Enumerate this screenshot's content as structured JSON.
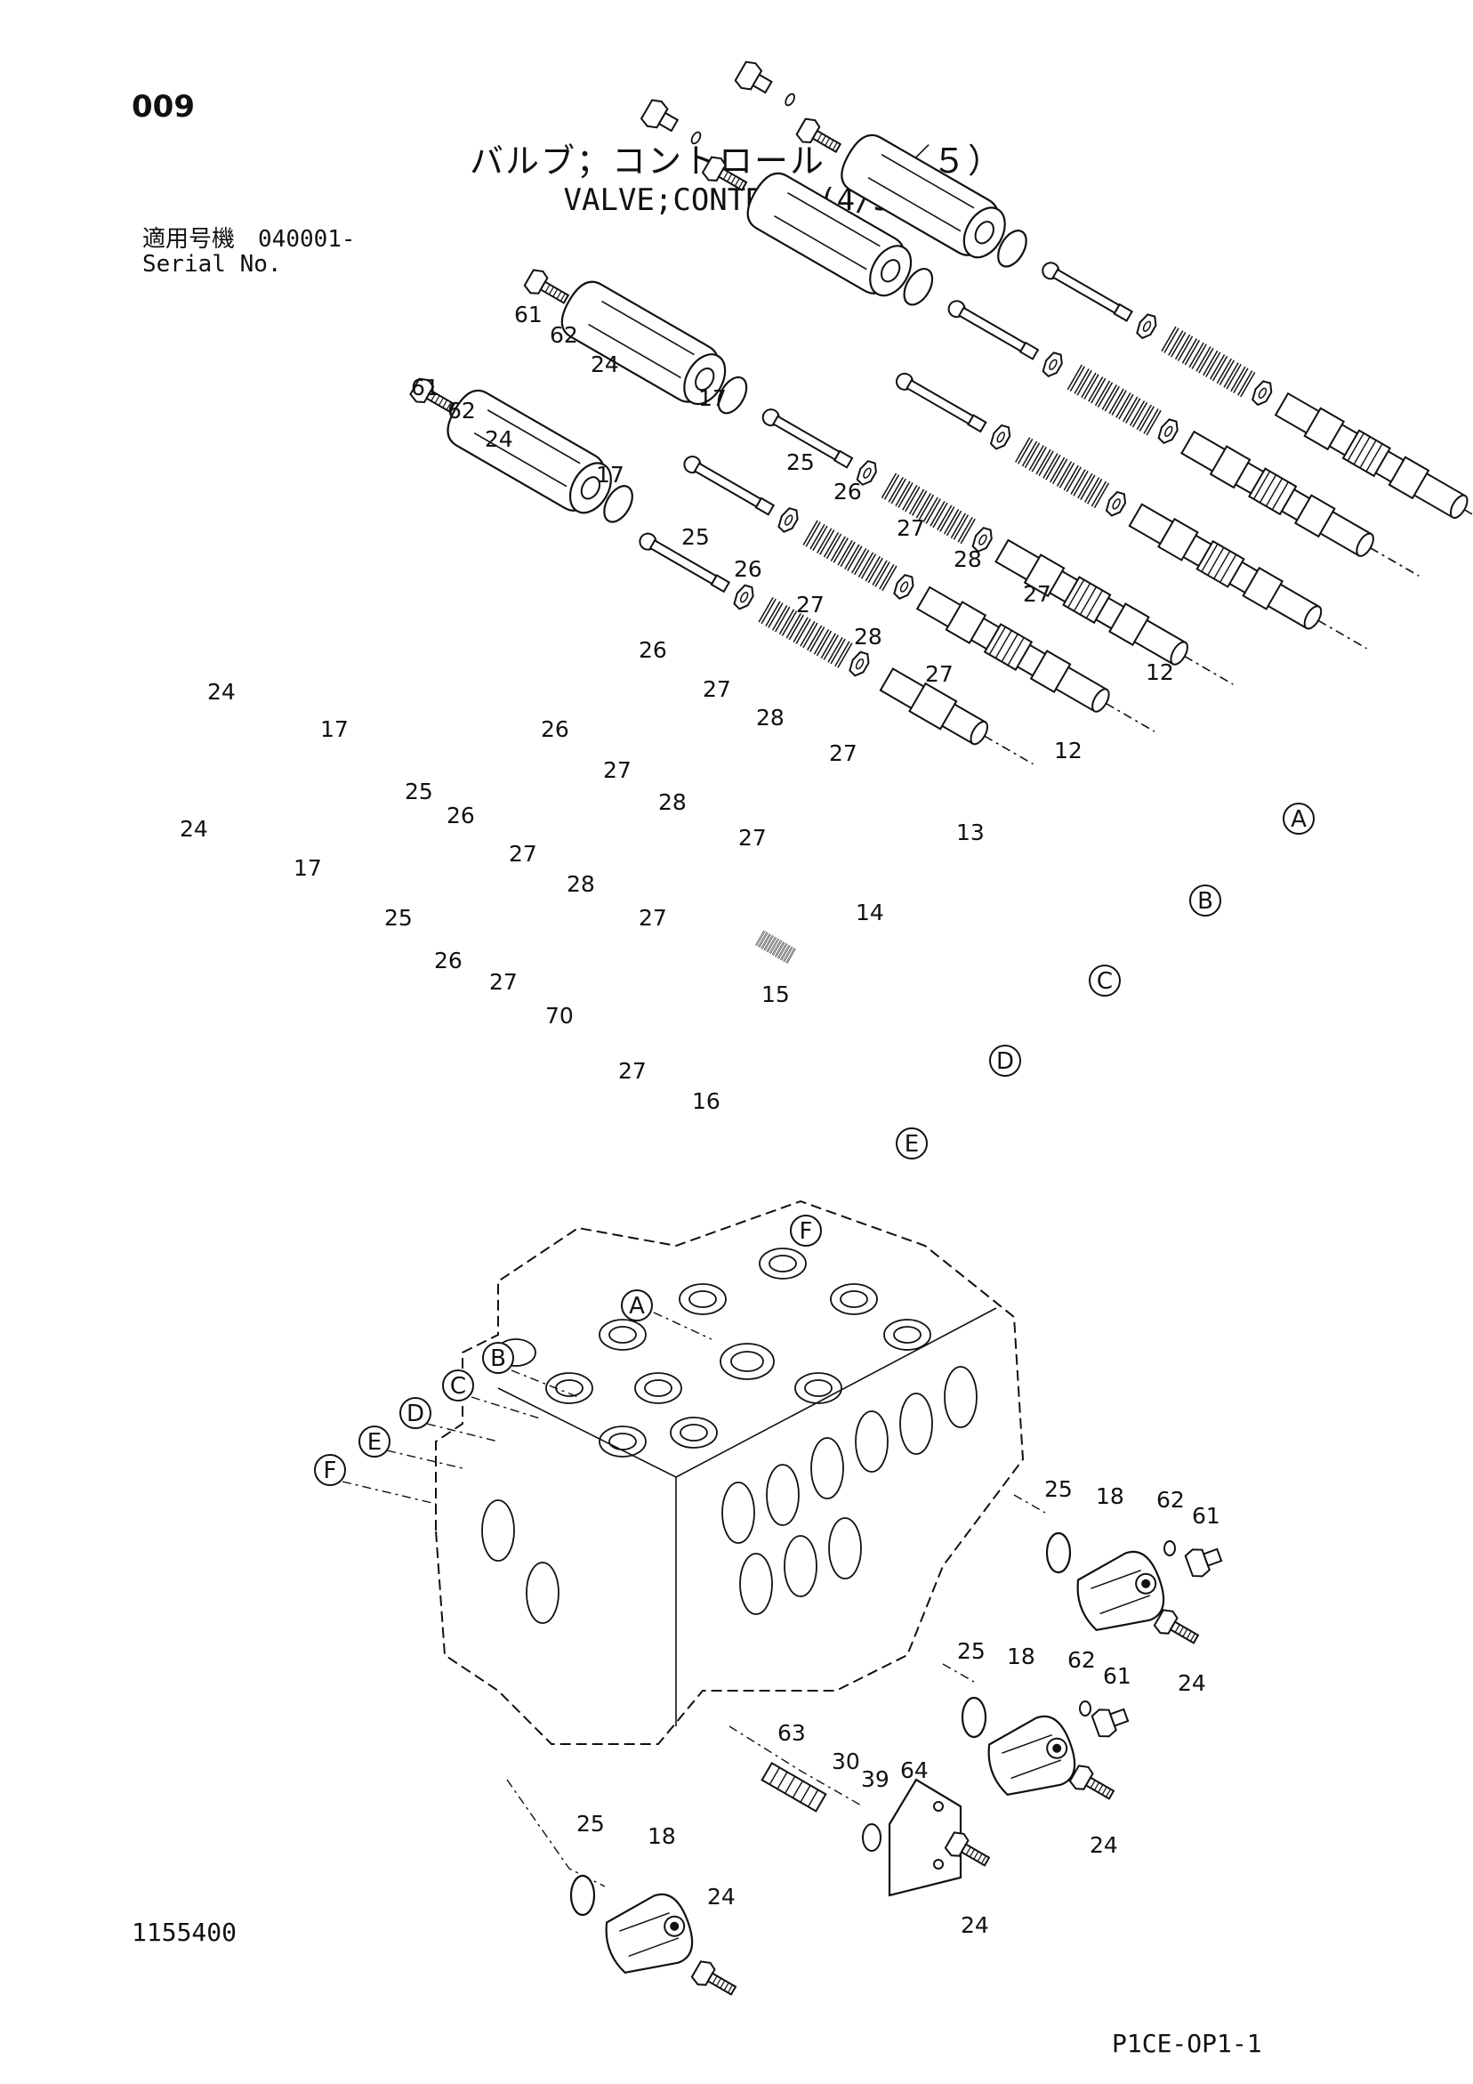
{
  "header": {
    "page_number": "009",
    "title_ja": "バルブ；コントロール（４／５）",
    "title_en": "VALVE;CONTROL (4/5)",
    "serial_label_ja": "適用号機",
    "serial_value": "040001-",
    "serial_label_en": "Serial No."
  },
  "footer": {
    "document_number": "1155400",
    "sheet_code": "P1CE-OP1-1"
  },
  "part_numbers": {
    "p61": "61",
    "p62": "62",
    "p24": "24",
    "p17": "17",
    "p25": "25",
    "p26": "26",
    "p27": "27",
    "p28": "28",
    "p12": "12",
    "p13": "13",
    "p14": "14",
    "p15": "15",
    "p16": "16",
    "p70": "70",
    "p18": "18",
    "p63": "63",
    "p30": "30",
    "p39": "39",
    "p64": "64"
  },
  "connection_letters": {
    "a": "A",
    "b": "B",
    "c": "C",
    "d": "D",
    "e": "E",
    "f": "F"
  }
}
